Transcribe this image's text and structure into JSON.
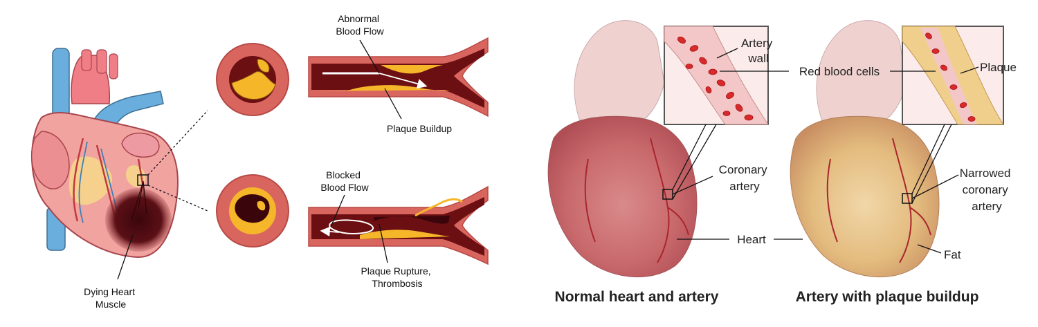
{
  "left_panel": {
    "labels": {
      "abnormal_flow": [
        "Abnormal",
        "Blood Flow"
      ],
      "plaque_buildup": "Plaque Buildup",
      "blocked_flow": [
        "Blocked",
        "Blood Flow"
      ],
      "plaque_rupture": [
        "Plaque Rupture,",
        "Thrombosis"
      ],
      "dying_muscle": [
        "Dying Heart",
        "Muscle"
      ]
    }
  },
  "right_panel": {
    "labels": {
      "artery_wall": [
        "Artery",
        "wall"
      ],
      "red_blood_cells": "Red blood cells",
      "plaque": "Plaque",
      "coronary_artery": [
        "Coronary",
        "artery"
      ],
      "narrowed_coronary_artery": [
        "Narrowed",
        "coronary",
        "artery"
      ],
      "heart": "Heart",
      "fat": "Fat"
    },
    "captions": {
      "normal": "Normal heart and artery",
      "plaque": "Artery with plaque buildup"
    }
  },
  "colors": {
    "artery_wall": "#d9655f",
    "blood": "#6b0f12",
    "plaque": "#f6b62a",
    "heart_pink": "#f1a3a0",
    "vessel_blue": "#6aaede",
    "infarct": "#4a0b10"
  }
}
